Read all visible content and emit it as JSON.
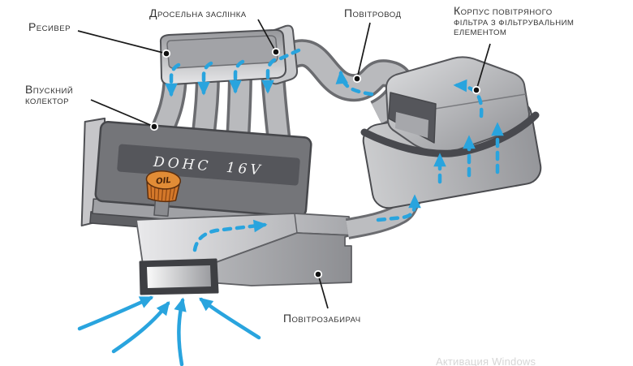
{
  "diagram": {
    "labels": {
      "receiver": "Ресивер",
      "throttle_valve": "Дросельна заслінка",
      "air_duct": "Повітровод",
      "filter_housing": "Корпус повітряного\nфільтра з фільтрувальним\nелементом",
      "intake_manifold": "Впускний\nколектор",
      "air_intake": "Повітрозабирач"
    },
    "engine": {
      "valve_cover_badge": "DOHC 16V",
      "oil_cap_label": "OIL"
    },
    "colors": {
      "flow_blue": "#29A4DE",
      "metal_light": "#c9cacd",
      "metal_mid": "#9b9c9f",
      "metal_dark": "#55565b",
      "engine_cover": "#747579",
      "oil_cap_orange": "#e18c36",
      "label_text": "#333333",
      "watermark_gray": "#d6d6d6"
    },
    "watermark": "Активация Windows"
  }
}
